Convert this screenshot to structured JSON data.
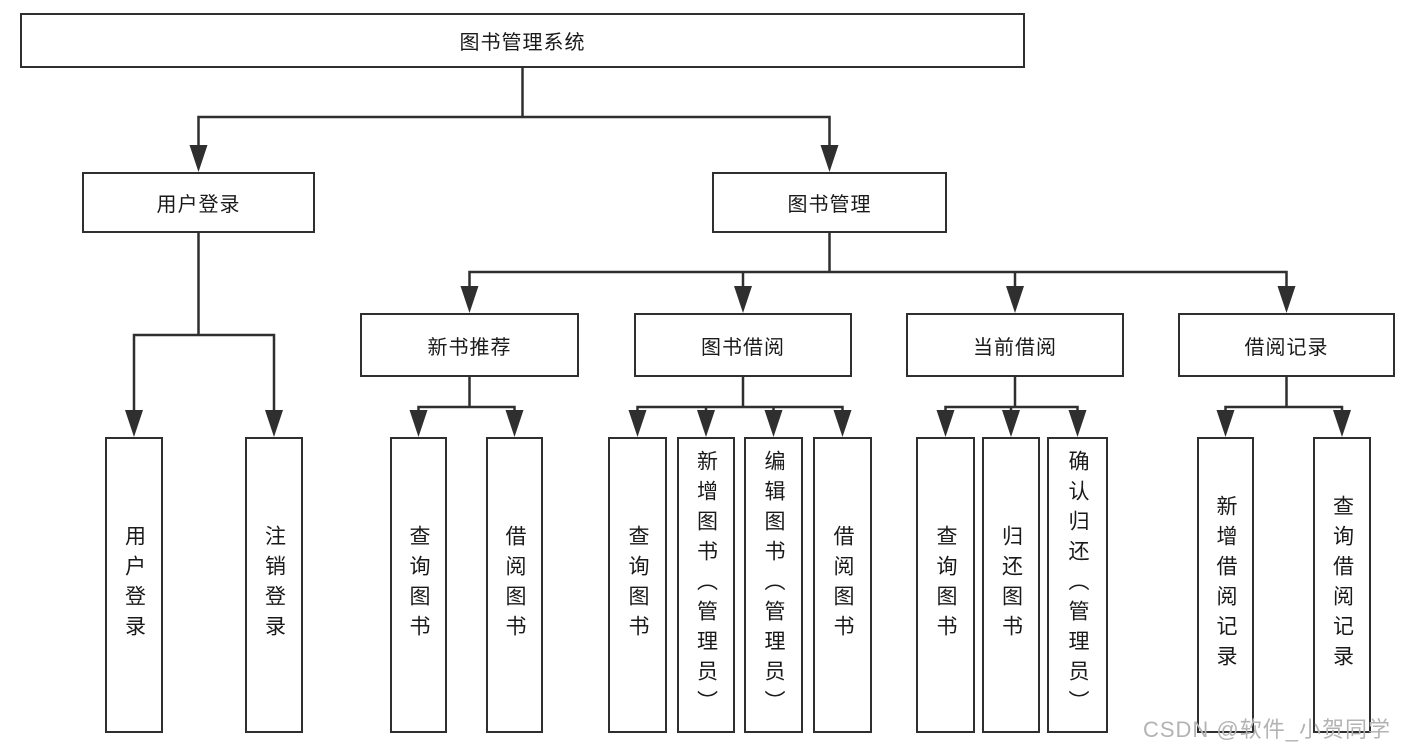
{
  "diagram": {
    "root": {
      "label": "图书管理系统"
    },
    "level2": [
      {
        "label": "用户登录"
      },
      {
        "label": "图书管理"
      }
    ],
    "level3": [
      {
        "label": "新书推荐"
      },
      {
        "label": "图书借阅"
      },
      {
        "label": "当前借阅"
      },
      {
        "label": "借阅记录"
      }
    ],
    "level4": {
      "user_login_children": [
        {
          "label": "用户登录"
        },
        {
          "label": "注销登录"
        }
      ],
      "new_book_children": [
        {
          "label": "查询图书"
        },
        {
          "label": "借阅图书"
        }
      ],
      "book_borrow_children": [
        {
          "label": "查询图书"
        },
        {
          "label": "新增图书（管理员）"
        },
        {
          "label": "编辑图书（管理员）"
        },
        {
          "label": "借阅图书"
        }
      ],
      "current_borrow_children": [
        {
          "label": "查询图书"
        },
        {
          "label": "归还图书"
        },
        {
          "label": "确认归还（管理员）"
        }
      ],
      "borrow_record_children": [
        {
          "label": "新增借阅记录"
        },
        {
          "label": "查询借阅记录"
        }
      ]
    }
  },
  "watermark": {
    "text": "CSDN @软件_小贺同学"
  },
  "colors": {
    "line": "#2f2f2f",
    "text": "#1a1a1a",
    "background": "#ffffff",
    "watermark": "#b3b3b3"
  }
}
